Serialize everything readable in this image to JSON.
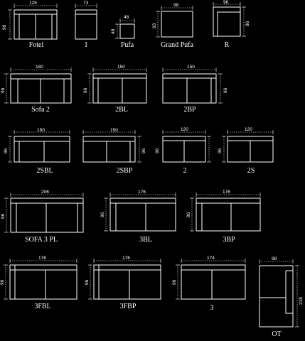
{
  "colors": {
    "background": "#000000",
    "line": "#ffffff"
  },
  "modules": [
    {
      "name": "Fotel",
      "width": "125",
      "depth": "96"
    },
    {
      "name": "1",
      "width": "73",
      "depth": ""
    },
    {
      "name": "Pufa",
      "width": "48",
      "depth": "48"
    },
    {
      "name": "Grand Pufa",
      "width": "98",
      "depth": "93"
    },
    {
      "name": "R",
      "width": "96",
      "depth": "96"
    },
    {
      "name": "Sofa  2",
      "width": "180",
      "depth": "96"
    },
    {
      "name": "2BL",
      "width": "150",
      "depth": "96"
    },
    {
      "name": "2BP",
      "width": "150",
      "depth": "96"
    },
    {
      "name": "2SBL",
      "width": "150",
      "depth": "96"
    },
    {
      "name": "2SBP",
      "width": "150",
      "depth": "96"
    },
    {
      "name": "2",
      "width": "120",
      "depth": "96"
    },
    {
      "name": "2S",
      "width": "120",
      "depth": "96"
    },
    {
      "name": "SOFA 3 PL",
      "width": "206",
      "depth": "96"
    },
    {
      "name": "3BL",
      "width": "176",
      "depth": "96"
    },
    {
      "name": "3BP",
      "width": "176",
      "depth": "96"
    },
    {
      "name": "3FBL",
      "width": "176",
      "depth": "96"
    },
    {
      "name": "3FBP",
      "width": "176",
      "depth": "96"
    },
    {
      "name": "3",
      "width": "174",
      "depth": "96"
    },
    {
      "name": "OT",
      "width": "98",
      "depth": "218"
    }
  ]
}
